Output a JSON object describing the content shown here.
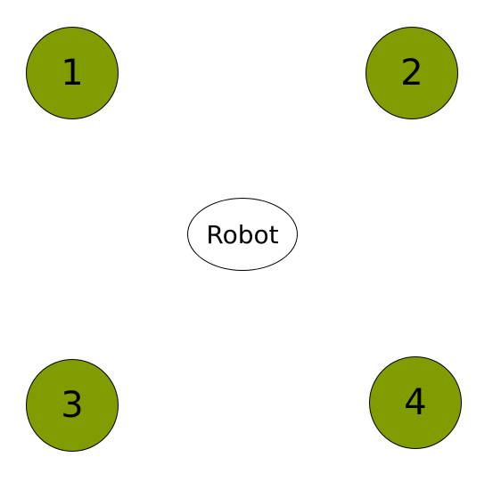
{
  "colors": {
    "target_fill": "#819C00",
    "robot_fill": "#FFFFFF",
    "stroke": "#000000"
  },
  "nodes": {
    "one": {
      "label": "1"
    },
    "two": {
      "label": "2"
    },
    "three": {
      "label": "3"
    },
    "four": {
      "label": "4"
    }
  },
  "robot": {
    "label": "Robot"
  }
}
